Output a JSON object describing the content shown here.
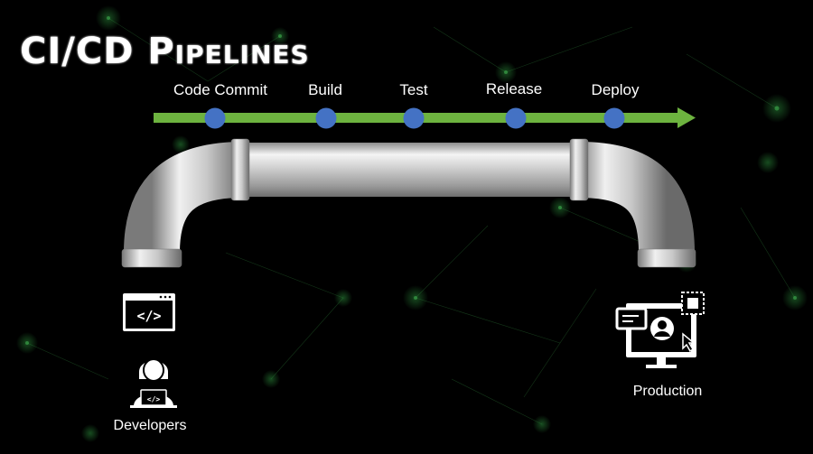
{
  "title": "CI/CD Pipelines",
  "stages": [
    {
      "label": "Code Commit"
    },
    {
      "label": "Build"
    },
    {
      "label": "Test"
    },
    {
      "label": "Release"
    },
    {
      "label": "Deploy"
    }
  ],
  "left_group": {
    "caption": "Developers",
    "icons": [
      "code-window-icon",
      "developer-person-icon"
    ]
  },
  "right_group": {
    "caption": "Production",
    "icons": [
      "production-monitor-icon"
    ]
  },
  "colors": {
    "arrow": "#6db33f",
    "stage_dot": "#4472c4",
    "background": "#000000",
    "pipe": "#c8c8c8",
    "network": "#1f6b2a"
  }
}
